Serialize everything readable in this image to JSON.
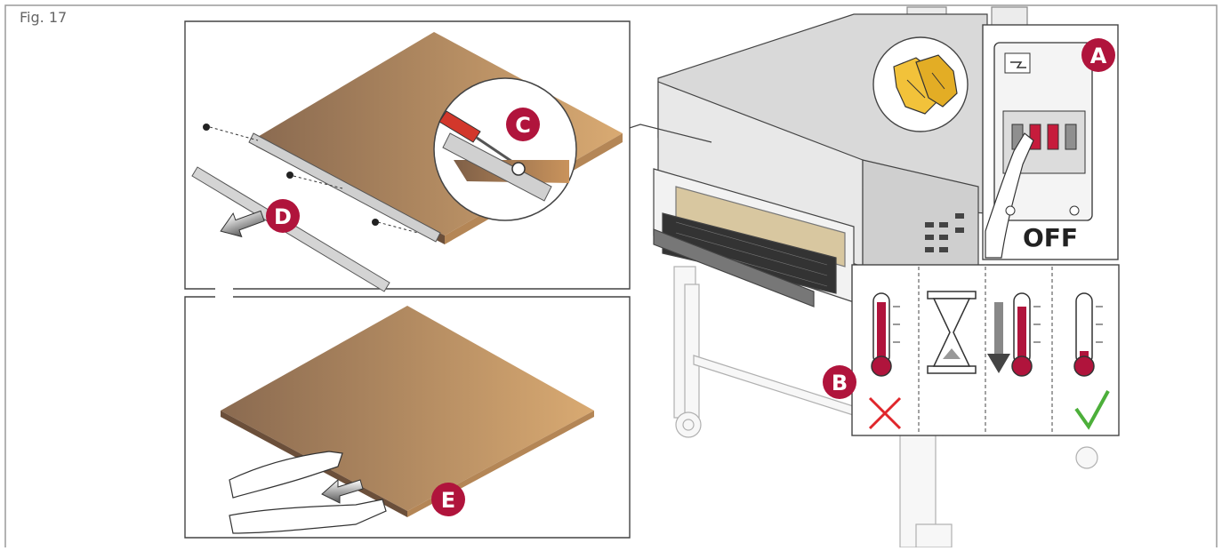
{
  "figure": {
    "label": "Fig. 17"
  },
  "callouts": {
    "a": "A",
    "b": "B",
    "c": "C",
    "d": "D",
    "e": "E"
  },
  "switch_state": "OFF",
  "colors": {
    "callout": "#b0143c",
    "board_dark": "#8a6a50",
    "board_light": "#d9aa72",
    "frame": "#9a9a9a",
    "cross": "#e0262b",
    "check": "#4caf3a",
    "thermo": "#b0143c"
  },
  "icons": {
    "gloves": "gloves-icon",
    "thermo_hot": "thermometer-hot-icon",
    "hourglass": "hourglass-icon",
    "cooling": "cooling-arrow-icon",
    "thermo_cool": "thermometer-cool-icon",
    "cross": "cross-icon",
    "check": "check-icon"
  }
}
